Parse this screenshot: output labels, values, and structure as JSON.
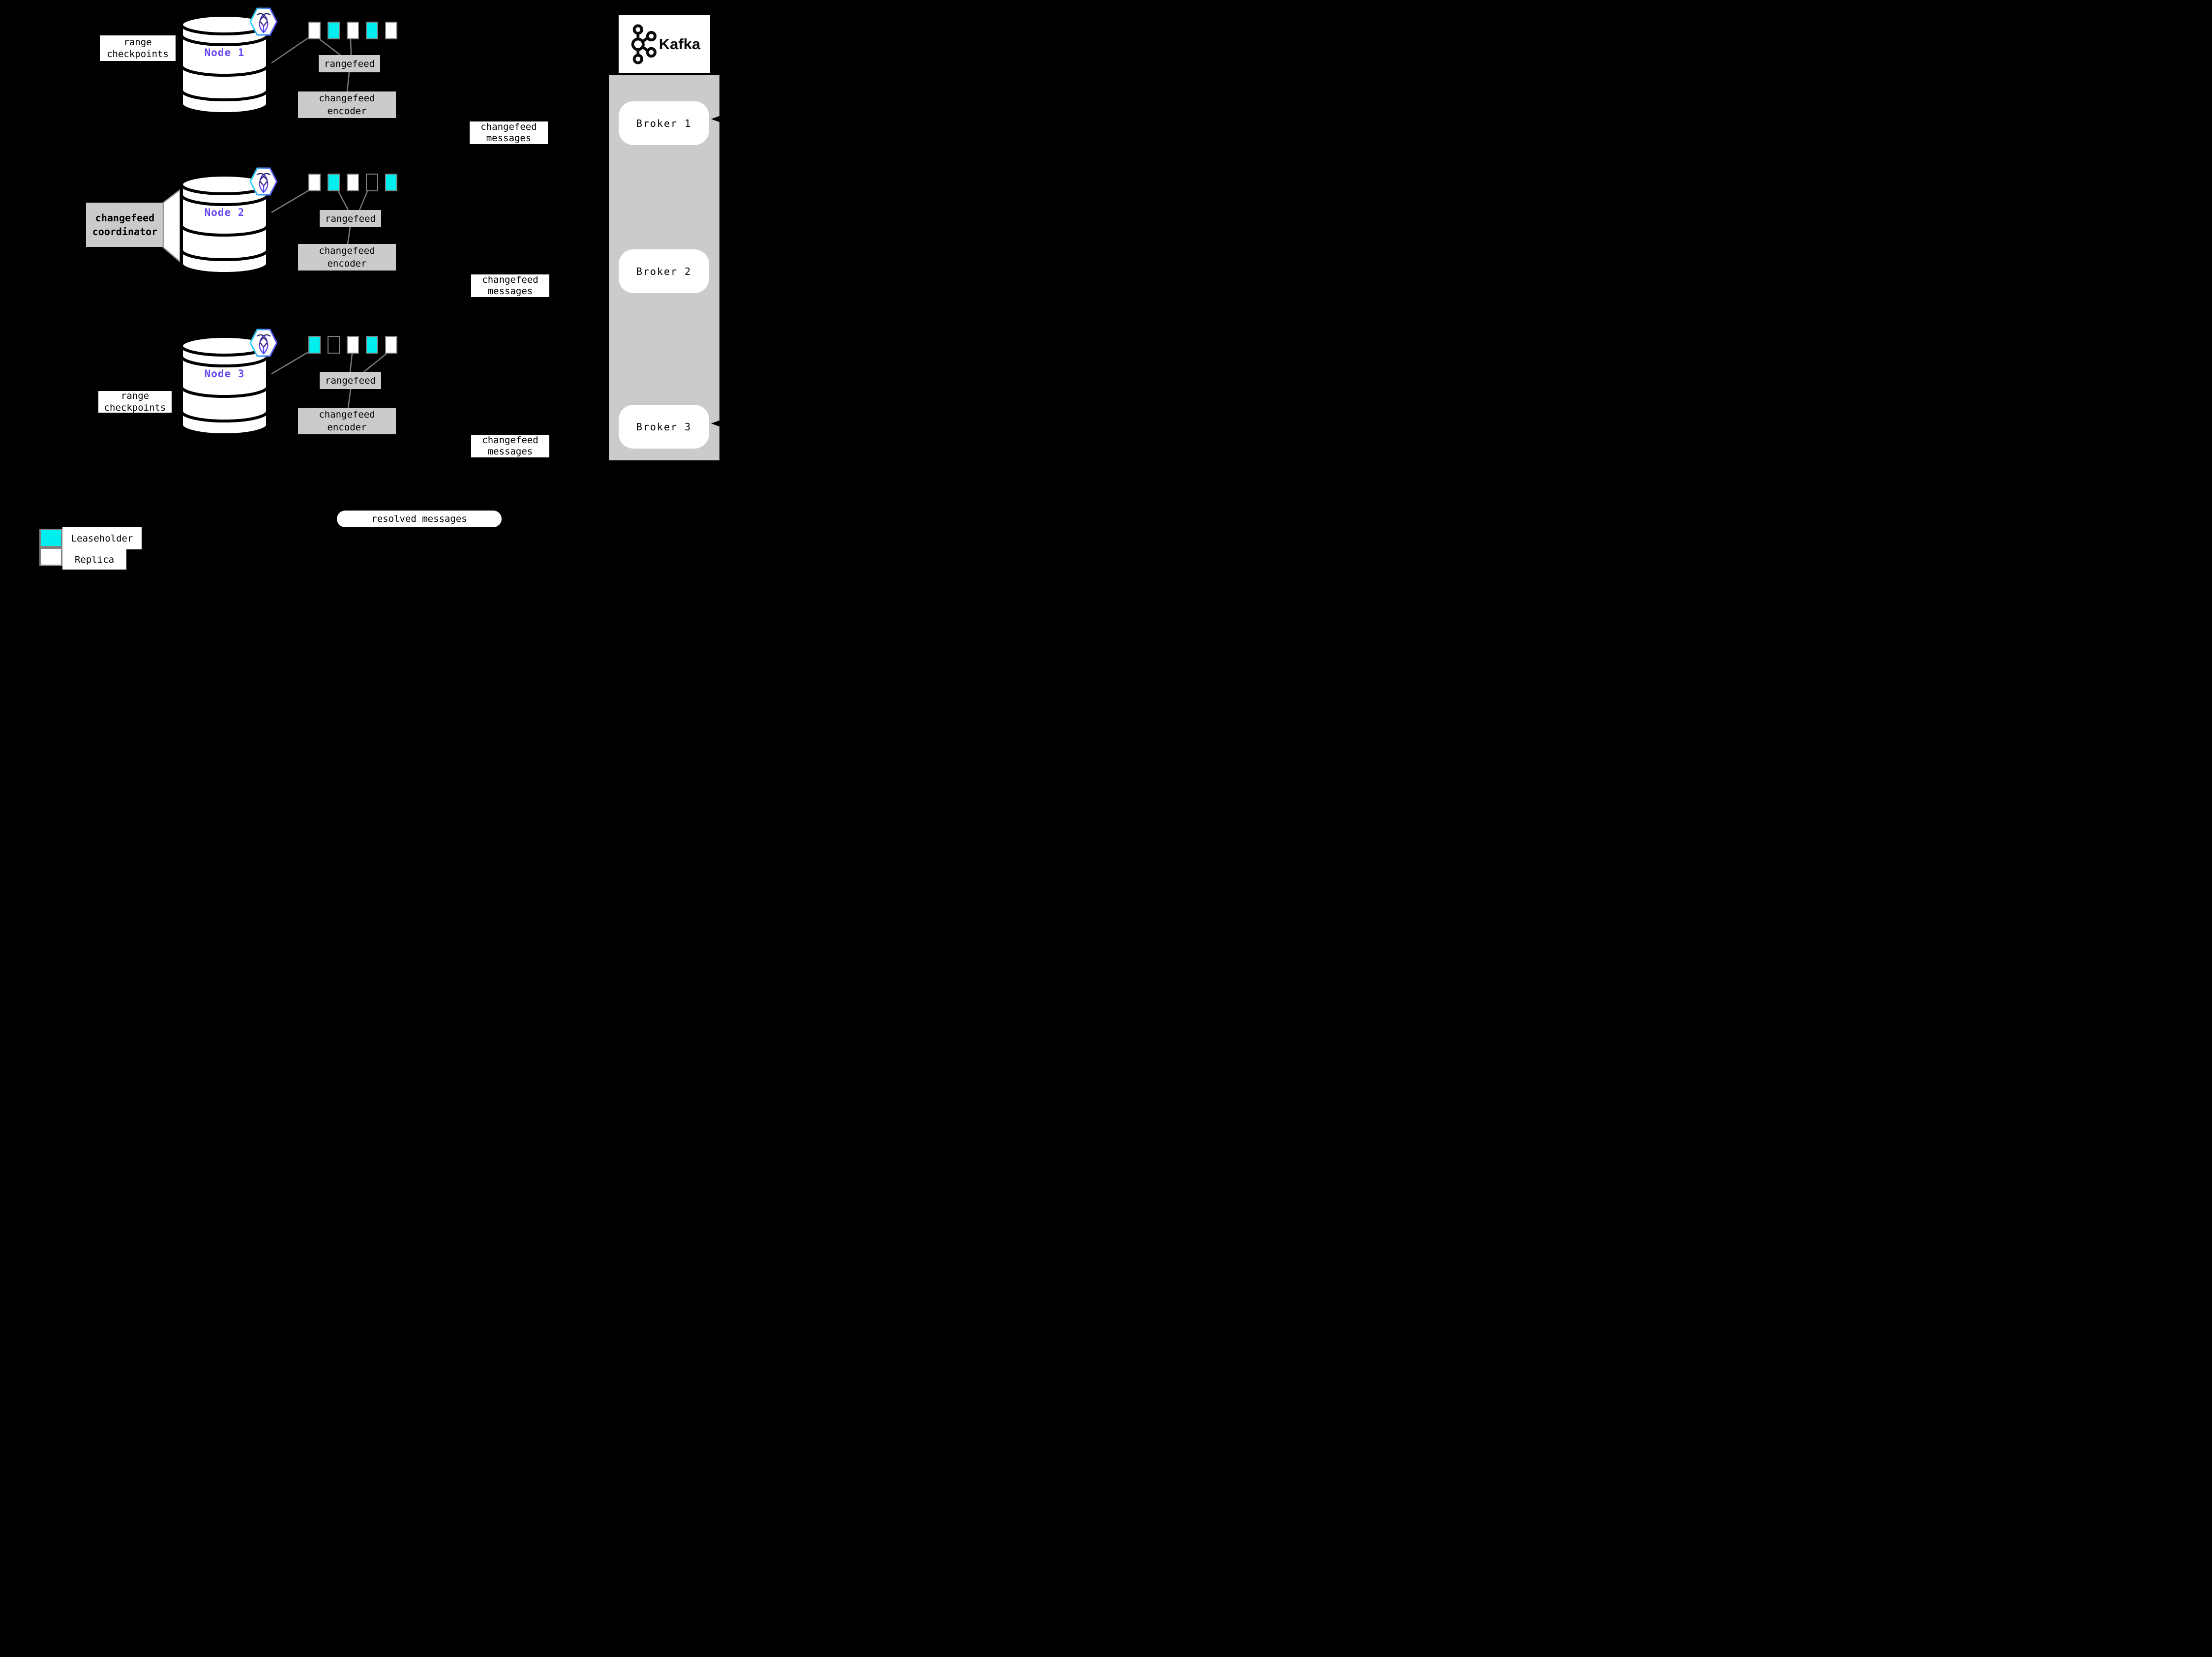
{
  "colors": {
    "background": "#000000",
    "leaseholder": "#00eeee",
    "replica": "#ffffff",
    "node_label": "#6b4aef",
    "panel_gray": "#cbcbcb",
    "line_gray": "#7a7a7a",
    "square_border": "#808080"
  },
  "labels": {
    "range_checkpoints": "range\ncheckpoints",
    "rangefeed": "rangefeed",
    "changefeed_encoder": "changefeed\nencoder",
    "changefeed_messages": "changefeed\nmessages",
    "changefeed_coordinator": "changefeed\ncoordinator",
    "resolved_messages": "resolved messages"
  },
  "nodes": [
    {
      "label": "Node 1",
      "squares": [
        "replica",
        "leaseholder",
        "replica",
        "leaseholder",
        "replica"
      ]
    },
    {
      "label": "Node 2",
      "squares": [
        "replica",
        "leaseholder",
        "replica",
        "empty",
        "leaseholder"
      ]
    },
    {
      "label": "Node 3",
      "squares": [
        "leaseholder",
        "empty",
        "replica",
        "leaseholder",
        "replica"
      ]
    }
  ],
  "kafka": {
    "title": "Kafka",
    "brokers": [
      "Broker 1",
      "Broker 2",
      "Broker 3"
    ]
  },
  "legend": {
    "leaseholder_label": "Leaseholder",
    "replica_label": "Replica"
  }
}
